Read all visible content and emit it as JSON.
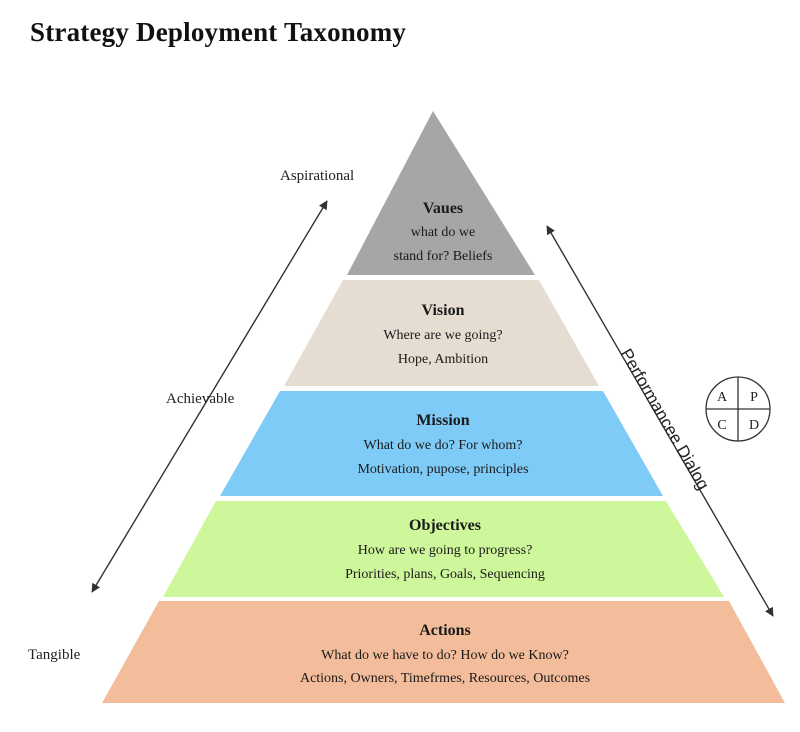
{
  "title": "Strategy Deployment Taxonomy",
  "colors": {
    "values": "#a6a6a6",
    "vision": "#e6ddd2",
    "mission": "#7fcbf8",
    "objectives": "#cdf79a",
    "actions": "#f3bd9b",
    "arrow": "#333333"
  },
  "levels": [
    {
      "title": "Vaues",
      "lines": [
        "what do we",
        "stand for? Beliefs"
      ]
    },
    {
      "title": "Vision",
      "lines": [
        "Where are we going?",
        "Hope, Ambition"
      ]
    },
    {
      "title": "Mission",
      "lines": [
        "What do we do? For whom?",
        "Motivation, pupose, principles"
      ]
    },
    {
      "title": "Objectives",
      "lines": [
        "How are we going to progress?",
        "Priorities, plans, Goals, Sequencing"
      ]
    },
    {
      "title": "Actions",
      "lines": [
        "What do we have to do? How do we Know?",
        "Actions, Owners, Timefrmes, Resources, Outcomes"
      ]
    }
  ],
  "left_axis": {
    "top_label": "Aspirational",
    "middle_label": "Achievable",
    "bottom_label": "Tangible"
  },
  "right_axis": {
    "label": "Performancee Dialog"
  },
  "pdca": {
    "a": "A",
    "p": "P",
    "c": "C",
    "d": "D"
  }
}
